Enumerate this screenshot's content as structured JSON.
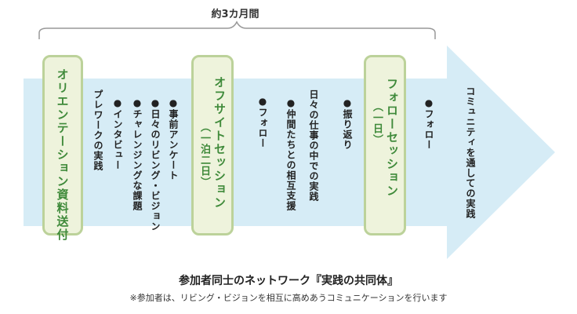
{
  "period_label": "約3カ月間",
  "boxes": {
    "orientation": "オリエンテーション資料送付",
    "offsite": {
      "title": "オフサイトセッション",
      "sub": "（一泊二日）"
    },
    "follow": {
      "title": "フォローセッション",
      "sub": "（一日）"
    }
  },
  "items": {
    "prework": [
      "プレワークの実践",
      "●インタビュー",
      "●チャレンジングな課題"
    ],
    "pre_offsite": [
      "●日々のリビング・ビジョン",
      "●事前アンケート"
    ],
    "post_offsite": [
      "●フォロー"
    ],
    "practice": [
      "日々の仕事の中での実践",
      "●仲間たちとの相互支援"
    ],
    "reflection": [
      "●振り返り"
    ],
    "post_follow": [
      "●フォロー"
    ]
  },
  "arrow_end_text": "コミュニティを通しての実践",
  "footer": {
    "title": "参加者同士のネットワーク『実践の共同体』",
    "note": "※参加者は、リビング・ビジョンを相互に高めあうコミュニケーションを行います"
  },
  "colors": {
    "arrow_fill": "#d6ecf6",
    "box_fill": "#eef3dc",
    "box_border": "#bcd29a",
    "box_text": "#3f8a3a",
    "brace": "#999999"
  }
}
